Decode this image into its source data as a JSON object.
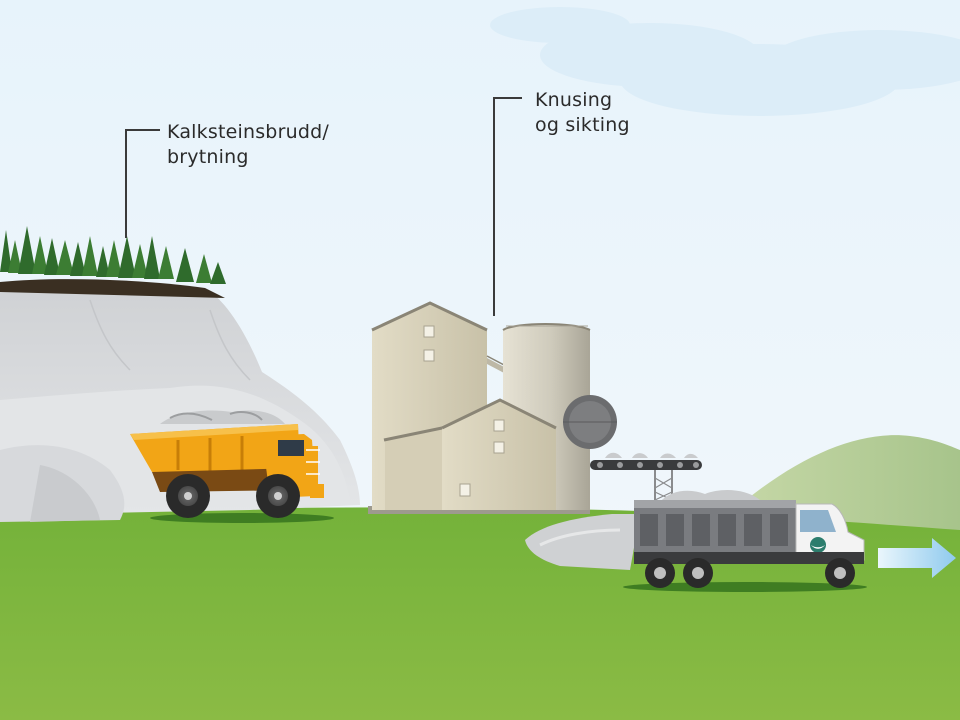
{
  "labels": {
    "quarry": {
      "line1": "Kalksteinsbrudd/",
      "line2": "brytning"
    },
    "crushing": {
      "line1": "Knusing",
      "line2": "og sikting"
    }
  },
  "colors": {
    "sky": "#e9f4fb",
    "grass": "#7db43f",
    "rock": "#d4d6d9",
    "forest": "#2f6b2c",
    "dump_truck": "#f2a516",
    "plant_wall": "#d9d3bd",
    "silo": "#cfcbbc",
    "lorry_box": "#7a7c80",
    "arrow": "#a9d6f0"
  },
  "icons": [
    "quarry-rock-icon",
    "forest-icon",
    "mining-dump-truck-icon",
    "crushing-plant-icon",
    "conveyor-belt-icon",
    "lorry-icon",
    "direction-arrow-icon"
  ]
}
